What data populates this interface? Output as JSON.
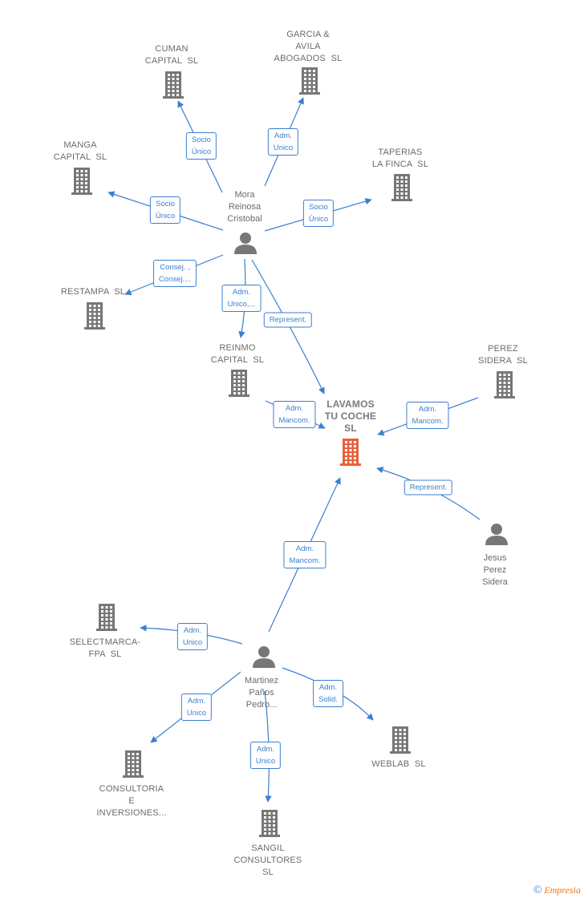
{
  "center": {
    "label": "LAVAMOS\nTU COCHE\nSL",
    "color": "#e8603a"
  },
  "persons": [
    {
      "id": "mora",
      "label": "Mora\nReinosa\nCristobal"
    },
    {
      "id": "martinez",
      "label": "Martinez\nPaños\nPedro..."
    },
    {
      "id": "jesus",
      "label": "Jesus\nPerez\nSidera"
    }
  ],
  "companies": [
    {
      "id": "cuman",
      "label": "CUMAN\nCAPITAL  SL"
    },
    {
      "id": "garcia",
      "label": "GARCIA &\nAVILA\nABOGADOS  SL"
    },
    {
      "id": "manga",
      "label": "MANGA\nCAPITAL  SL"
    },
    {
      "id": "taperias",
      "label": "TAPERIAS\nLA FINCA  SL"
    },
    {
      "id": "restampa",
      "label": "RESTAMPA  SL"
    },
    {
      "id": "reinmo",
      "label": "REINMO\nCAPITAL  SL"
    },
    {
      "id": "perez",
      "label": "PEREZ\nSIDERA  SL"
    },
    {
      "id": "selectmarca",
      "label": "SELECTMARCA-\nFPA  SL"
    },
    {
      "id": "consultoria",
      "label": "CONSULTORIA\nE\nINVERSIONES..."
    },
    {
      "id": "sangil",
      "label": "SANGIL\nCONSULTORES\nSL"
    },
    {
      "id": "weblab",
      "label": "WEBLAB  SL"
    }
  ],
  "relations": [
    {
      "id": "r1",
      "from": "mora",
      "to": "cuman",
      "label": "Socio\nÚnico"
    },
    {
      "id": "r2",
      "from": "mora",
      "to": "garcia",
      "label": "Adm.\nUnico"
    },
    {
      "id": "r3",
      "from": "mora",
      "to": "manga",
      "label": "Socio\nÚnico"
    },
    {
      "id": "r4",
      "from": "mora",
      "to": "taperias",
      "label": "Socio\nÚnico"
    },
    {
      "id": "r5",
      "from": "mora",
      "to": "restampa",
      "label": "Consej. ,\nConsej...."
    },
    {
      "id": "r6",
      "from": "mora",
      "to": "reinmo",
      "label": "Adm.\nUnico,..."
    },
    {
      "id": "r7",
      "from": "mora",
      "to": "center",
      "label": "Represent."
    },
    {
      "id": "r8",
      "from": "reinmo",
      "to": "center",
      "label": "Adm.\nMancom."
    },
    {
      "id": "r9",
      "from": "perez",
      "to": "center",
      "label": "Adm.\nMancom."
    },
    {
      "id": "r10",
      "from": "jesus",
      "to": "center",
      "label": "Represent."
    },
    {
      "id": "r11",
      "from": "martinez",
      "to": "center",
      "label": "Adm.\nMancom."
    },
    {
      "id": "r12",
      "from": "martinez",
      "to": "selectmarca",
      "label": "Adm.\nUnico"
    },
    {
      "id": "r13",
      "from": "martinez",
      "to": "consultoria",
      "label": "Adm.\nUnico"
    },
    {
      "id": "r14",
      "from": "martinez",
      "to": "sangil",
      "label": "Adm.\nUnico"
    },
    {
      "id": "r15",
      "from": "martinez",
      "to": "weblab",
      "label": "Adm.\nSolid."
    }
  ],
  "colors": {
    "edge": "#3a7fd1",
    "node": "#777777",
    "center": "#e8603a"
  },
  "footer": {
    "copyright": "©",
    "brand": "Empresia"
  }
}
